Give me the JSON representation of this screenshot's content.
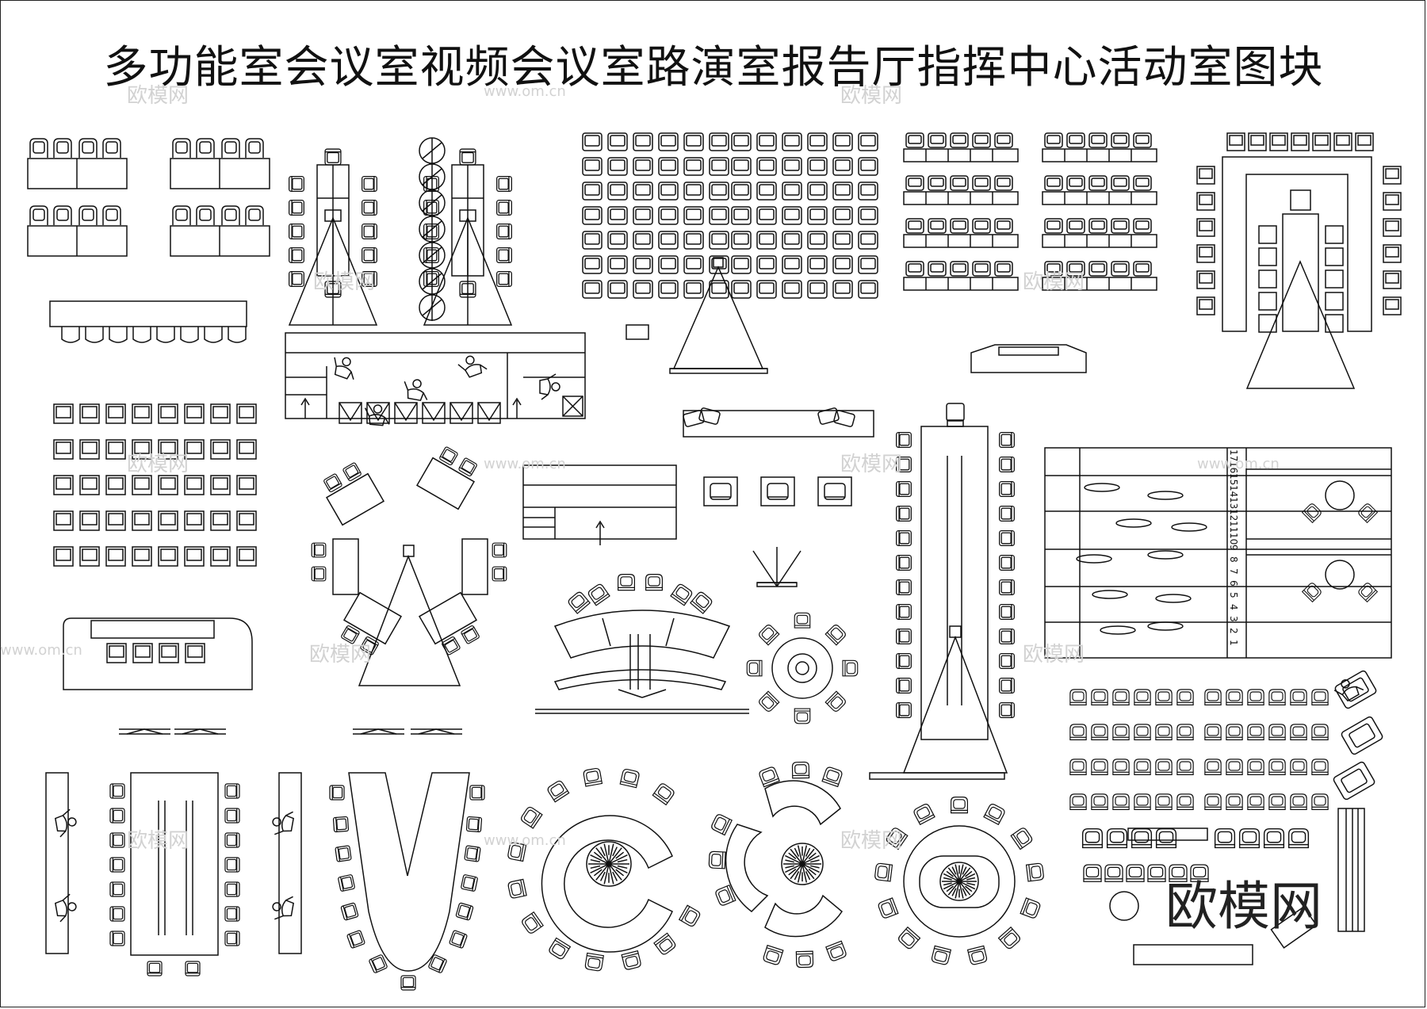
{
  "title": "多功能室会议室视频会议室路演室报告厅指挥中心活动室图块",
  "watermark": "欧模网",
  "watermark_url": "www.om.cn",
  "logo_text": "欧模网",
  "numbered_columns": {
    "top": [
      "17",
      "16",
      "15",
      "14",
      "13",
      "12",
      "11",
      "10",
      "9"
    ],
    "bottom": [
      "8",
      "7",
      "6",
      "5",
      "4",
      "3",
      "2",
      "1"
    ]
  },
  "colors": {
    "line": "#111111",
    "watermark": "#d2d2d2",
    "background": "#ffffff"
  }
}
